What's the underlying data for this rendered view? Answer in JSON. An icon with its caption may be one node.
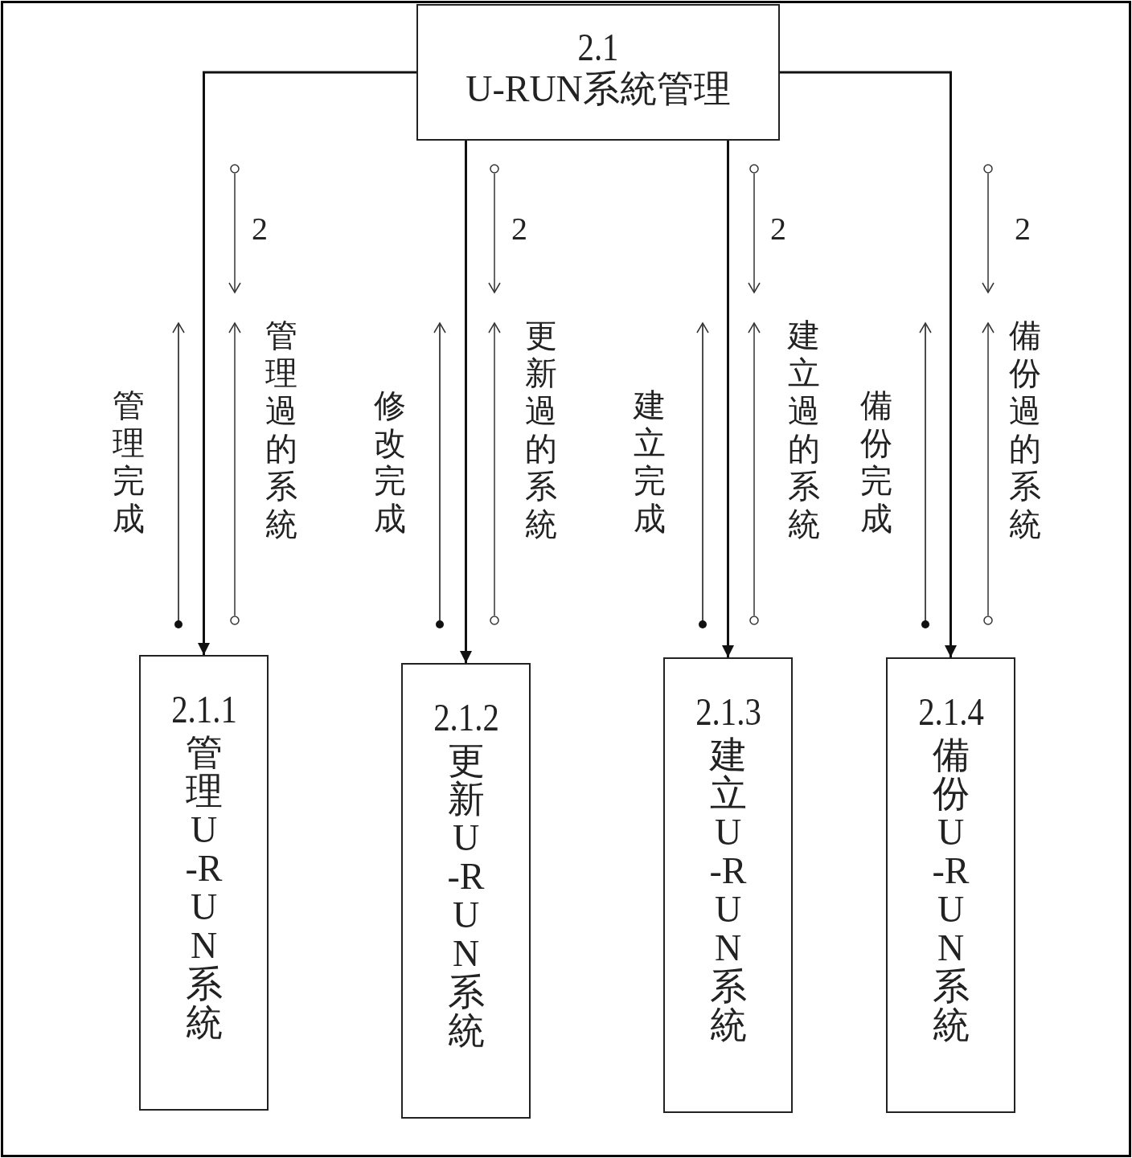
{
  "diagram": {
    "nodes": [
      {
        "text": [
          "2.1",
          "U-RUN系統管理"
        ]
      },
      {
        "text": [
          "2.1.1",
          "管理U-RUN系統"
        ]
      },
      {
        "text": [
          "2.1.2",
          "更新U-RUN系統"
        ]
      },
      {
        "text": [
          "2.1.3",
          "建立U-RUN系統"
        ]
      },
      {
        "text": [
          "2.1.4",
          "備份U-RUN系統"
        ]
      }
    ],
    "edges": [
      {
        "from": 0,
        "to": 1,
        "arrow": "to"
      },
      {
        "from": 0,
        "to": 2,
        "arrow": "to"
      },
      {
        "from": 0,
        "to": 3,
        "arrow": "to"
      },
      {
        "from": 0,
        "to": 4,
        "arrow": "to"
      }
    ],
    "labels": [
      "2",
      "管理完成",
      "管理過的系統",
      "2",
      "修改完成",
      "更新過的系統",
      "2",
      "建立完成",
      "建立過的系統",
      "2",
      "備份完成",
      "備份過的系統"
    ]
  }
}
